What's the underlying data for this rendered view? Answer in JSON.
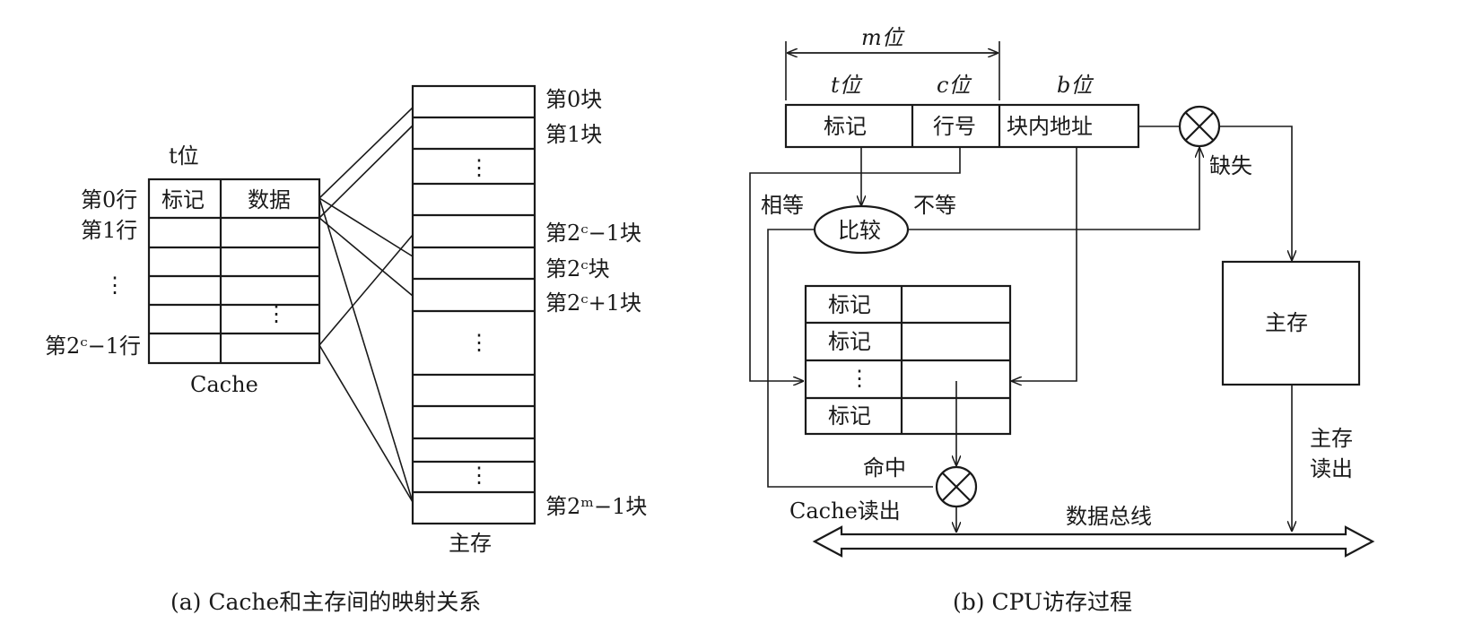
{
  "panel_a": {
    "caption": "(a) Cache和主存间的映射关系",
    "t_bits": "t位",
    "cache": {
      "label": "Cache",
      "col_tag": "标记",
      "col_data": "数据",
      "row_labels": [
        "第0行",
        "第1行",
        "⋮",
        "第2ᶜ−1行"
      ],
      "inner_dots": "⋮"
    },
    "memory": {
      "label": "主存",
      "dots": "⋮",
      "block_labels": [
        "第0块",
        "第1块",
        "第2ᶜ−1块",
        "第2ᶜ块",
        "第2ᶜ+1块",
        "第2ᵐ−1块"
      ]
    }
  },
  "panel_b": {
    "caption": "(b) CPU访存过程",
    "m_bits": "m位",
    "t_bits": "t位",
    "c_bits": "c位",
    "b_bits": "b位",
    "addr_tag": "标记",
    "addr_line": "行号",
    "addr_offset": "块内地址",
    "compare": "比较",
    "equal": "相等",
    "not_equal": "不等",
    "miss": "缺失",
    "hit": "命中",
    "cache_read": "Cache读出",
    "main_memory": "主存",
    "mem_read": "主存\n读出",
    "data_bus": "数据总线",
    "tag_rows": [
      "标记",
      "标记",
      "⋮",
      "标记"
    ]
  }
}
